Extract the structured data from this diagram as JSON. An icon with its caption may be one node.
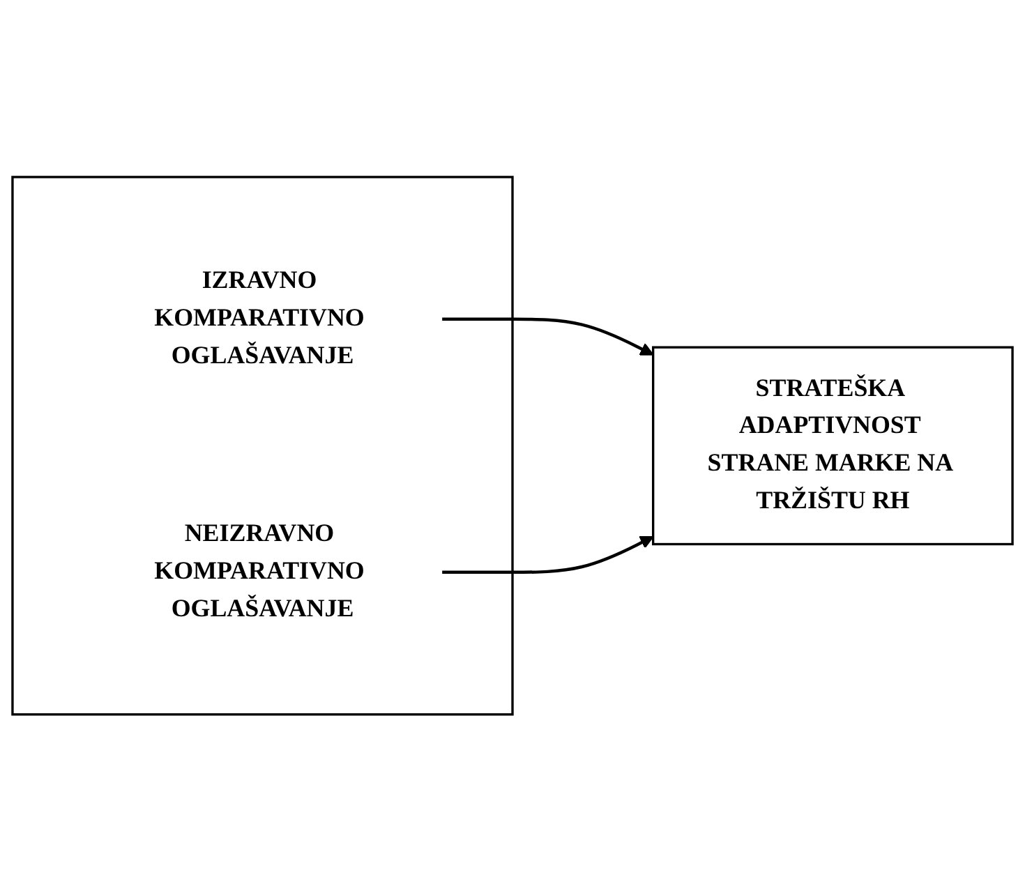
{
  "diagram": {
    "nodes": [
      {
        "text": [],
        "shape": "box"
      },
      {
        "text": [
          "IZRAVNO KOMPARATIVNO OGLAŠAVANJE"
        ],
        "in": 0
      },
      {
        "text": [
          "NEIZRAVNO KOMPARATIVNO OGLAŠAVANJE"
        ],
        "in": 0
      },
      {
        "text": [
          "STRATEŠKA ADAPTIVNOST STRANE MARKE NA TRŽIŠTU RH"
        ]
      }
    ],
    "edges": [
      {
        "from": 1,
        "to": 3,
        "arrow": "to"
      },
      {
        "from": 2,
        "to": 3,
        "arrow": "to"
      }
    ]
  }
}
